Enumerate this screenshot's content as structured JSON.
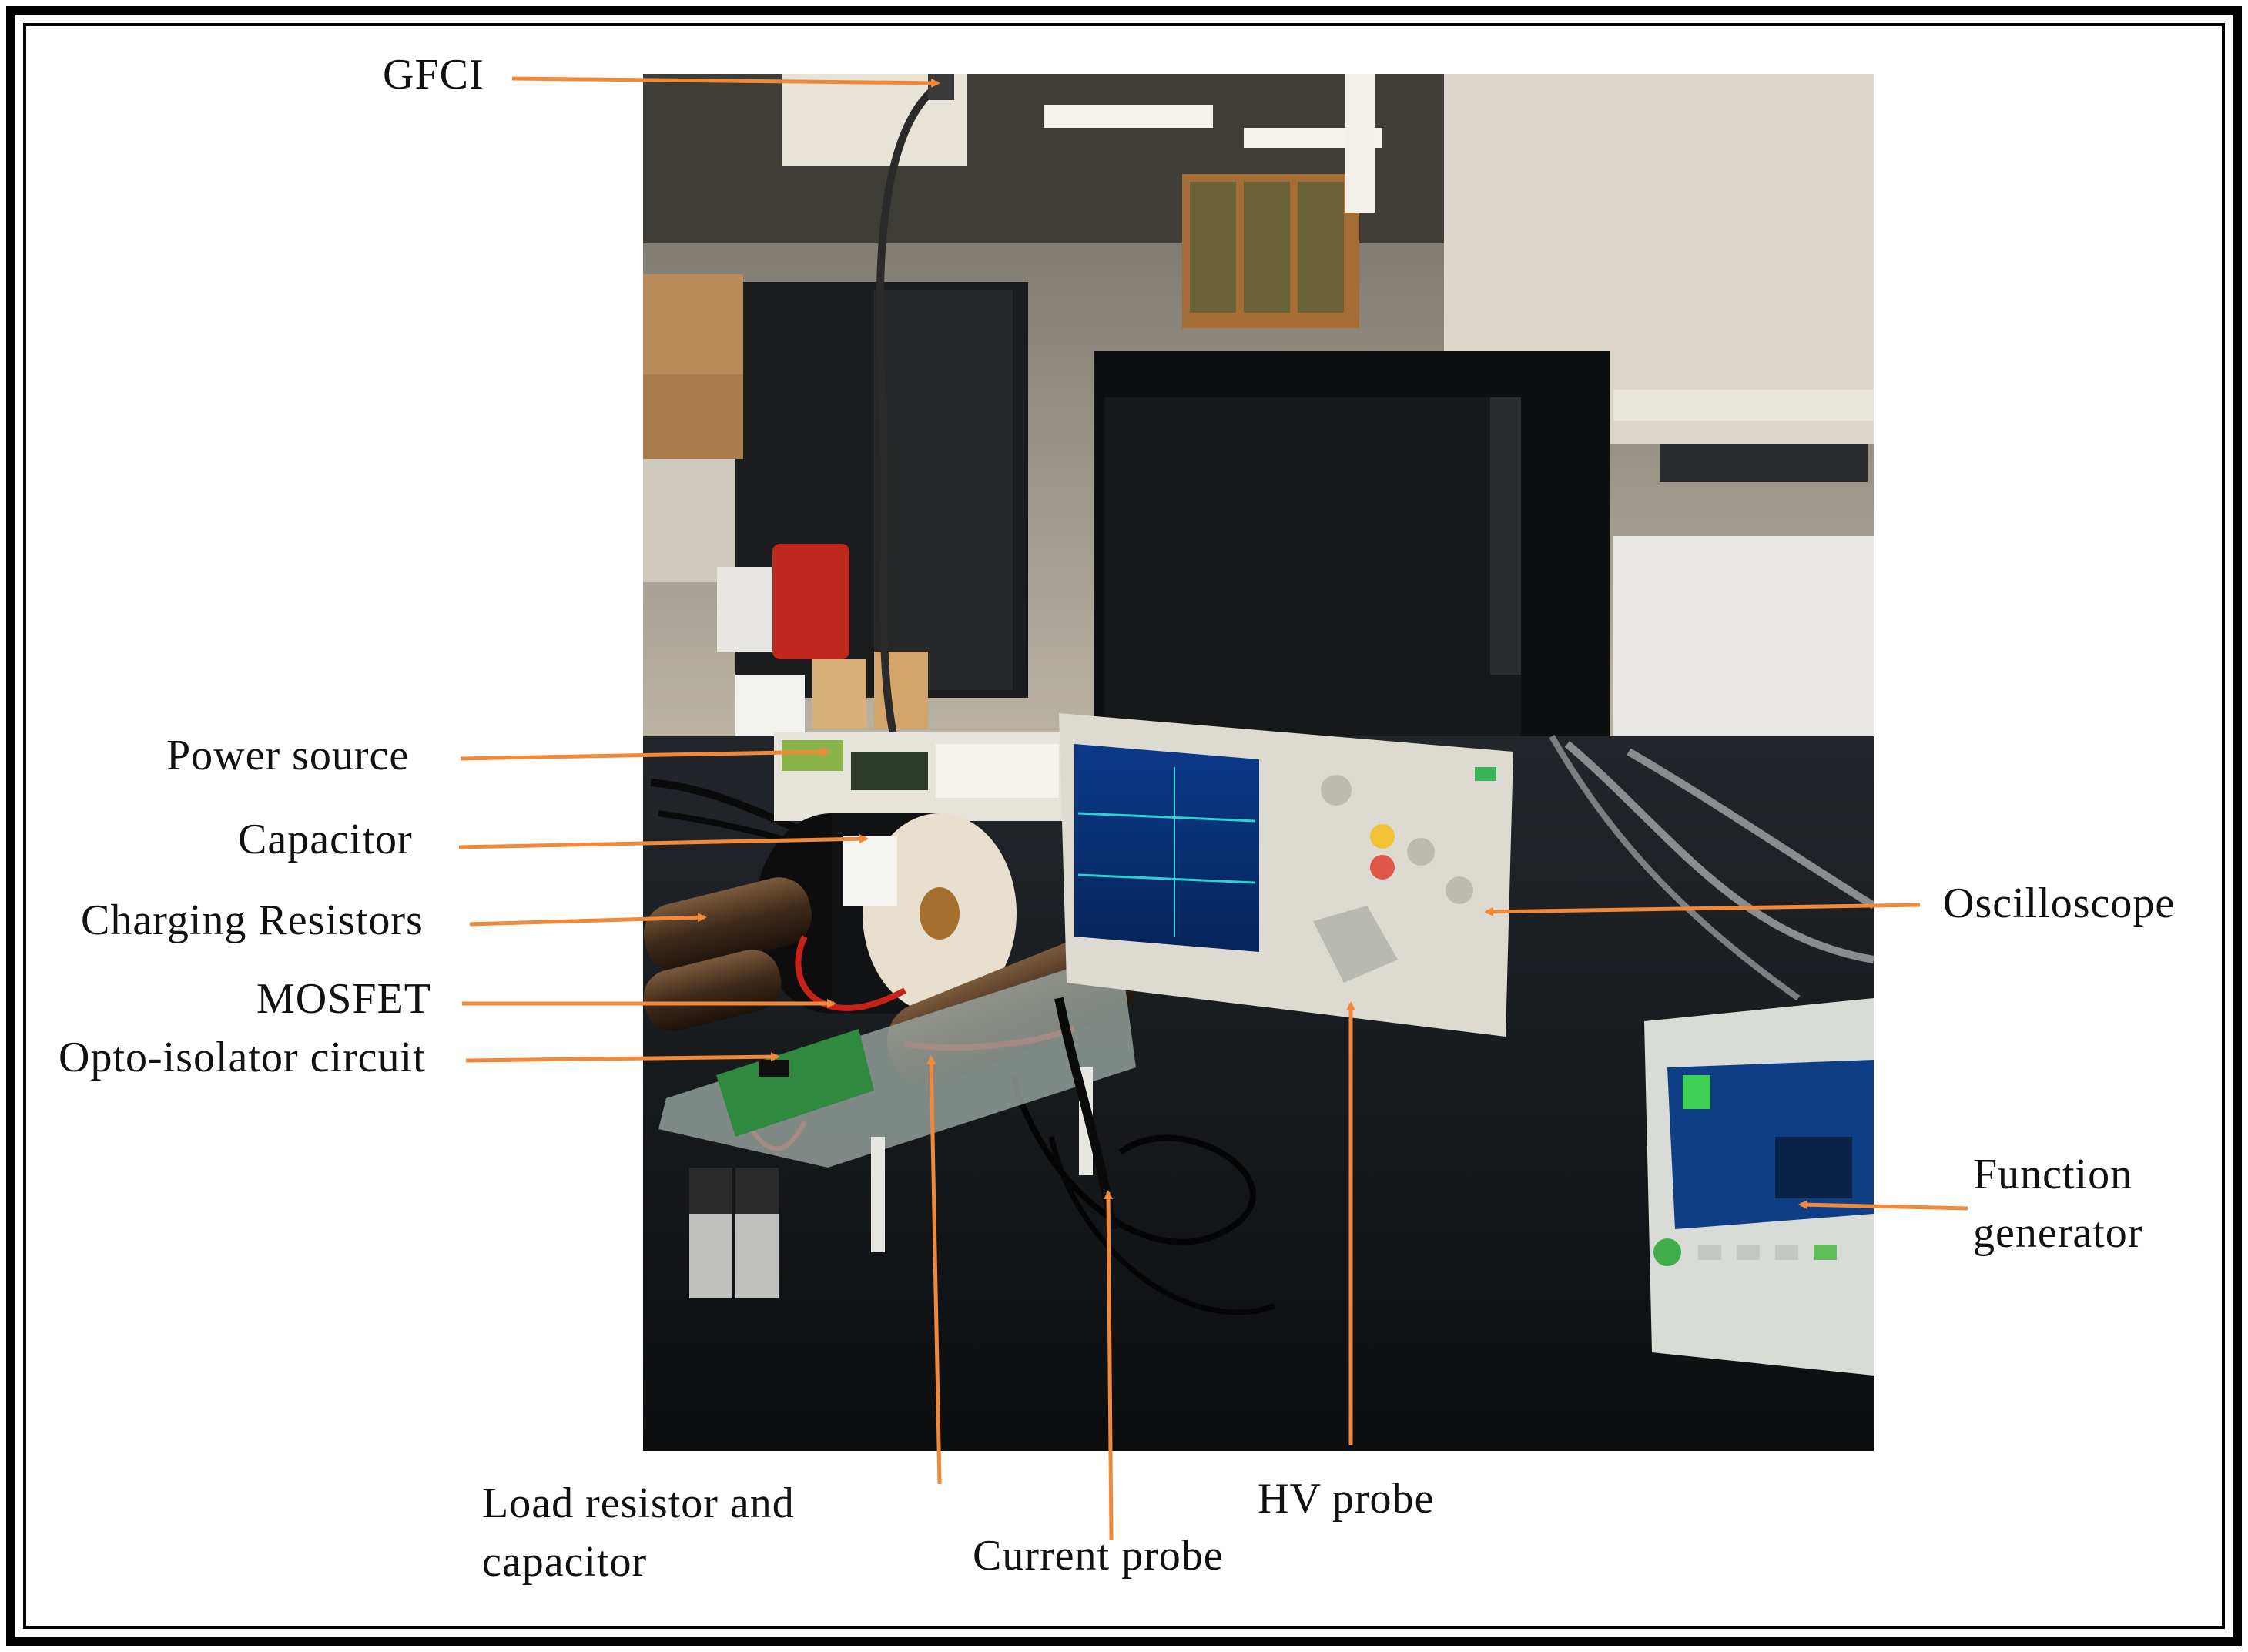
{
  "labels": {
    "gfci": "GFCI",
    "power_source": "Power  source",
    "capacitor": "Capacitor",
    "charging_resistors": "Charging  Resistors",
    "mosfet": "MOSFET",
    "opto_isolator": "Opto-isolator  circuit",
    "load_resistor_line1": "Load  resistor  and",
    "load_resistor_line2": "capacitor",
    "current_probe": "Current  probe",
    "hv_probe": "HV  probe",
    "oscilloscope": "Oscilloscope",
    "function_generator_line1": "Function",
    "function_generator_line2": "generator"
  },
  "colors": {
    "arrow": "#f08a3a",
    "frame": "#000000",
    "bench": "#121416",
    "wall": "#c9c3b6"
  }
}
